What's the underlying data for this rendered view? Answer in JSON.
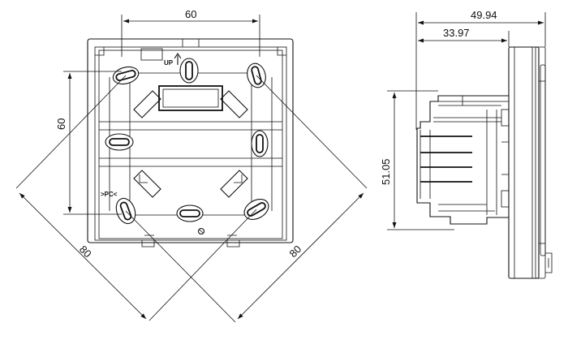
{
  "front_view": {
    "dim_top": "60",
    "dim_left": "60",
    "dim_diag_left": "80",
    "dim_diag_right": "80",
    "label_up": "UP",
    "label_pc": ">PC<"
  },
  "side_view": {
    "dim_overall": "49.94",
    "dim_body": "33.97",
    "dim_height": "51.05"
  }
}
